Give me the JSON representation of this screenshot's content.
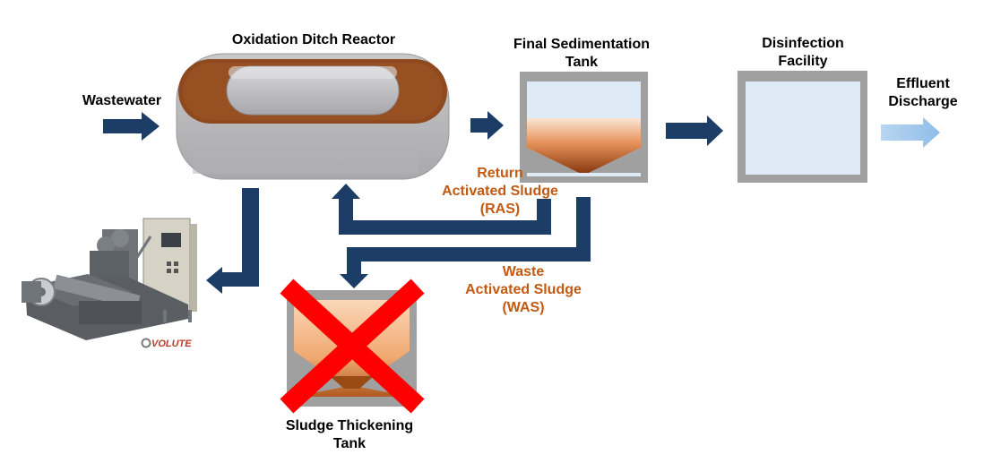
{
  "labels": {
    "reactor": "Oxidation Ditch Reactor",
    "sedimentation_line1": "Final Sedimentation",
    "sedimentation_line2": "Tank",
    "disinfection_line1": "Disinfection",
    "disinfection_line2": "Facility",
    "effluent_line1": "Effluent",
    "effluent_line2": "Discharge",
    "wastewater": "Wastewater",
    "ras_line1": "Return",
    "ras_line2": "Activated Sludge",
    "ras_line3": "(RAS)",
    "was_line1": "Waste",
    "was_line2": "Activated Sludge",
    "was_line3": "(WAS)",
    "thickening_line1": "Sludge Thickening",
    "thickening_line2": "Tank",
    "volute_logo": "VOLUTE"
  },
  "colors": {
    "arrow": "#1b3d66",
    "effluent_arrow": "#9cc4ea",
    "sludge_brown": "#8a4a1c",
    "sludge_orange": "#e08a4a",
    "water_blue": "#dfeaf7",
    "tank_gray": "#a0a0a0",
    "cross_red": "#ff0000",
    "label_orange": "#c25a12"
  }
}
